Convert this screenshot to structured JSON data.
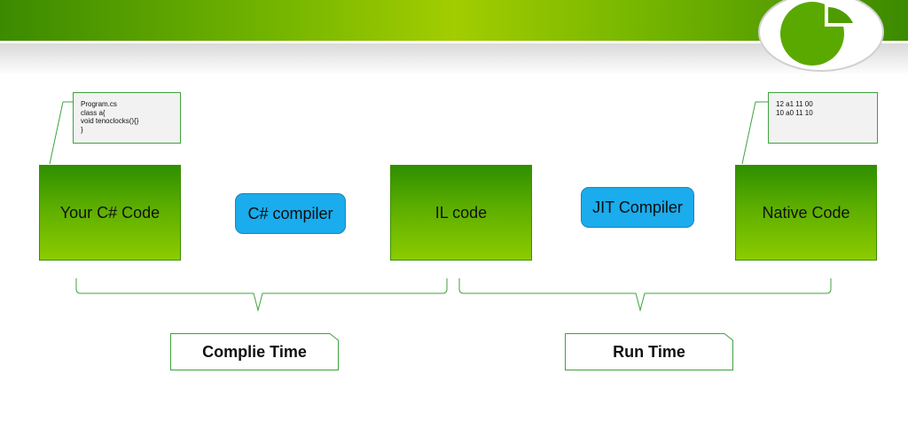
{
  "colors": {
    "header_green": "#73b400",
    "box_green": "#5dae00",
    "compiler_blue": "#1aacec",
    "bracket_green": "#3fa23f"
  },
  "boxes": {
    "csharp_code": "Your C# Code",
    "il_code": "IL code",
    "native_code": "Native Code"
  },
  "compilers": {
    "csharp_compiler": "C# compiler",
    "jit_compiler": "JIT Compiler"
  },
  "notes": {
    "source": [
      "Program.cs",
      "class a{",
      "void tenoclocks(){}",
      "}"
    ],
    "native": [
      "12 a1 11 00",
      "10 a0 11 10"
    ]
  },
  "phases": {
    "compile_time": "Complie Time",
    "run_time": "Run Time"
  },
  "logo": {
    "icon": "pie-chart-logo-icon"
  }
}
